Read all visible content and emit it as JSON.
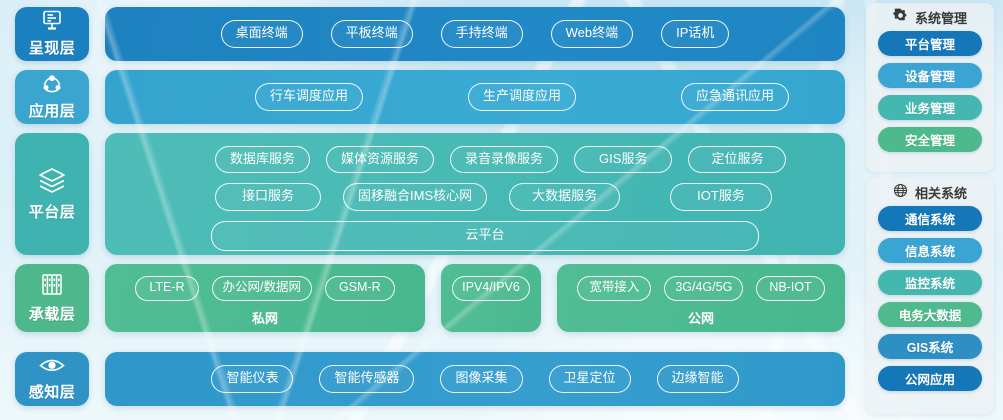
{
  "layers": [
    {
      "id": "presentation",
      "label": "呈现层",
      "icon": "monitor-icon",
      "label_color": "#1a80bf",
      "panel_color": "#1f86c2",
      "items": [
        "桌面终端",
        "平板终端",
        "手持终端",
        "Web终端",
        "IP话机"
      ]
    },
    {
      "id": "application",
      "label": "应用层",
      "icon": "nodes-network-icon",
      "label_color": "#3aa6d0",
      "panel_color": "#34a4cf",
      "items": [
        "行车调度应用",
        "生产调度应用",
        "应急通讯应用"
      ]
    },
    {
      "id": "platform",
      "label": "平台层",
      "icon": "layers-stack-icon",
      "label_color": "#3eb3b0",
      "panel_color": "#46b9b4",
      "row1": [
        "数据库服务",
        "媒体资源服务",
        "录音录像服务",
        "GIS服务",
        "定位服务"
      ],
      "row2": [
        "接口服务",
        "固移融合IMS核心网",
        "大数据服务",
        "IOT服务"
      ],
      "wide": "云平台"
    },
    {
      "id": "bearer",
      "label": "承载层",
      "icon": "server-rack-icon",
      "label_color": "#4eb88c",
      "groups": [
        {
          "name": "私网",
          "color": "#4cba91",
          "items": [
            "LTE-R",
            "办公网/数据网",
            "GSM-R"
          ]
        },
        {
          "name": "",
          "color": "#4cba91",
          "items": [
            "IPV4/IPV6"
          ]
        },
        {
          "name": "公网",
          "color": "#4cba91",
          "items": [
            "宽带接入",
            "3G/4G/5G",
            "NB-IOT"
          ]
        }
      ]
    },
    {
      "id": "sensing",
      "label": "感知层",
      "icon": "eye-icon",
      "label_color": "#2f93c6",
      "panel_color": "#2f97ca",
      "items": [
        "智能仪表",
        "智能传感器",
        "图像采集",
        "卫星定位",
        "边缘智能"
      ]
    }
  ],
  "sidebar": {
    "system_management": {
      "title": "系统管理",
      "icon": "gear-icon",
      "items": [
        {
          "label": "平台管理",
          "color": "#1478b8"
        },
        {
          "label": "设备管理",
          "color": "#3aa5d2"
        },
        {
          "label": "业务管理",
          "color": "#45b7b1"
        },
        {
          "label": "安全管理",
          "color": "#4cba8c"
        }
      ]
    },
    "related_systems": {
      "title": "相关系统",
      "icon": "globe-icon",
      "items": [
        {
          "label": "通信系统",
          "color": "#1478b8"
        },
        {
          "label": "信息系统",
          "color": "#3aa5d2"
        },
        {
          "label": "监控系统",
          "color": "#45b7b1"
        },
        {
          "label": "电务大数据",
          "color": "#4fba8d"
        },
        {
          "label": "GIS系统",
          "color": "#2d8fc4"
        },
        {
          "label": "公网应用",
          "color": "#1478b8"
        }
      ]
    }
  }
}
